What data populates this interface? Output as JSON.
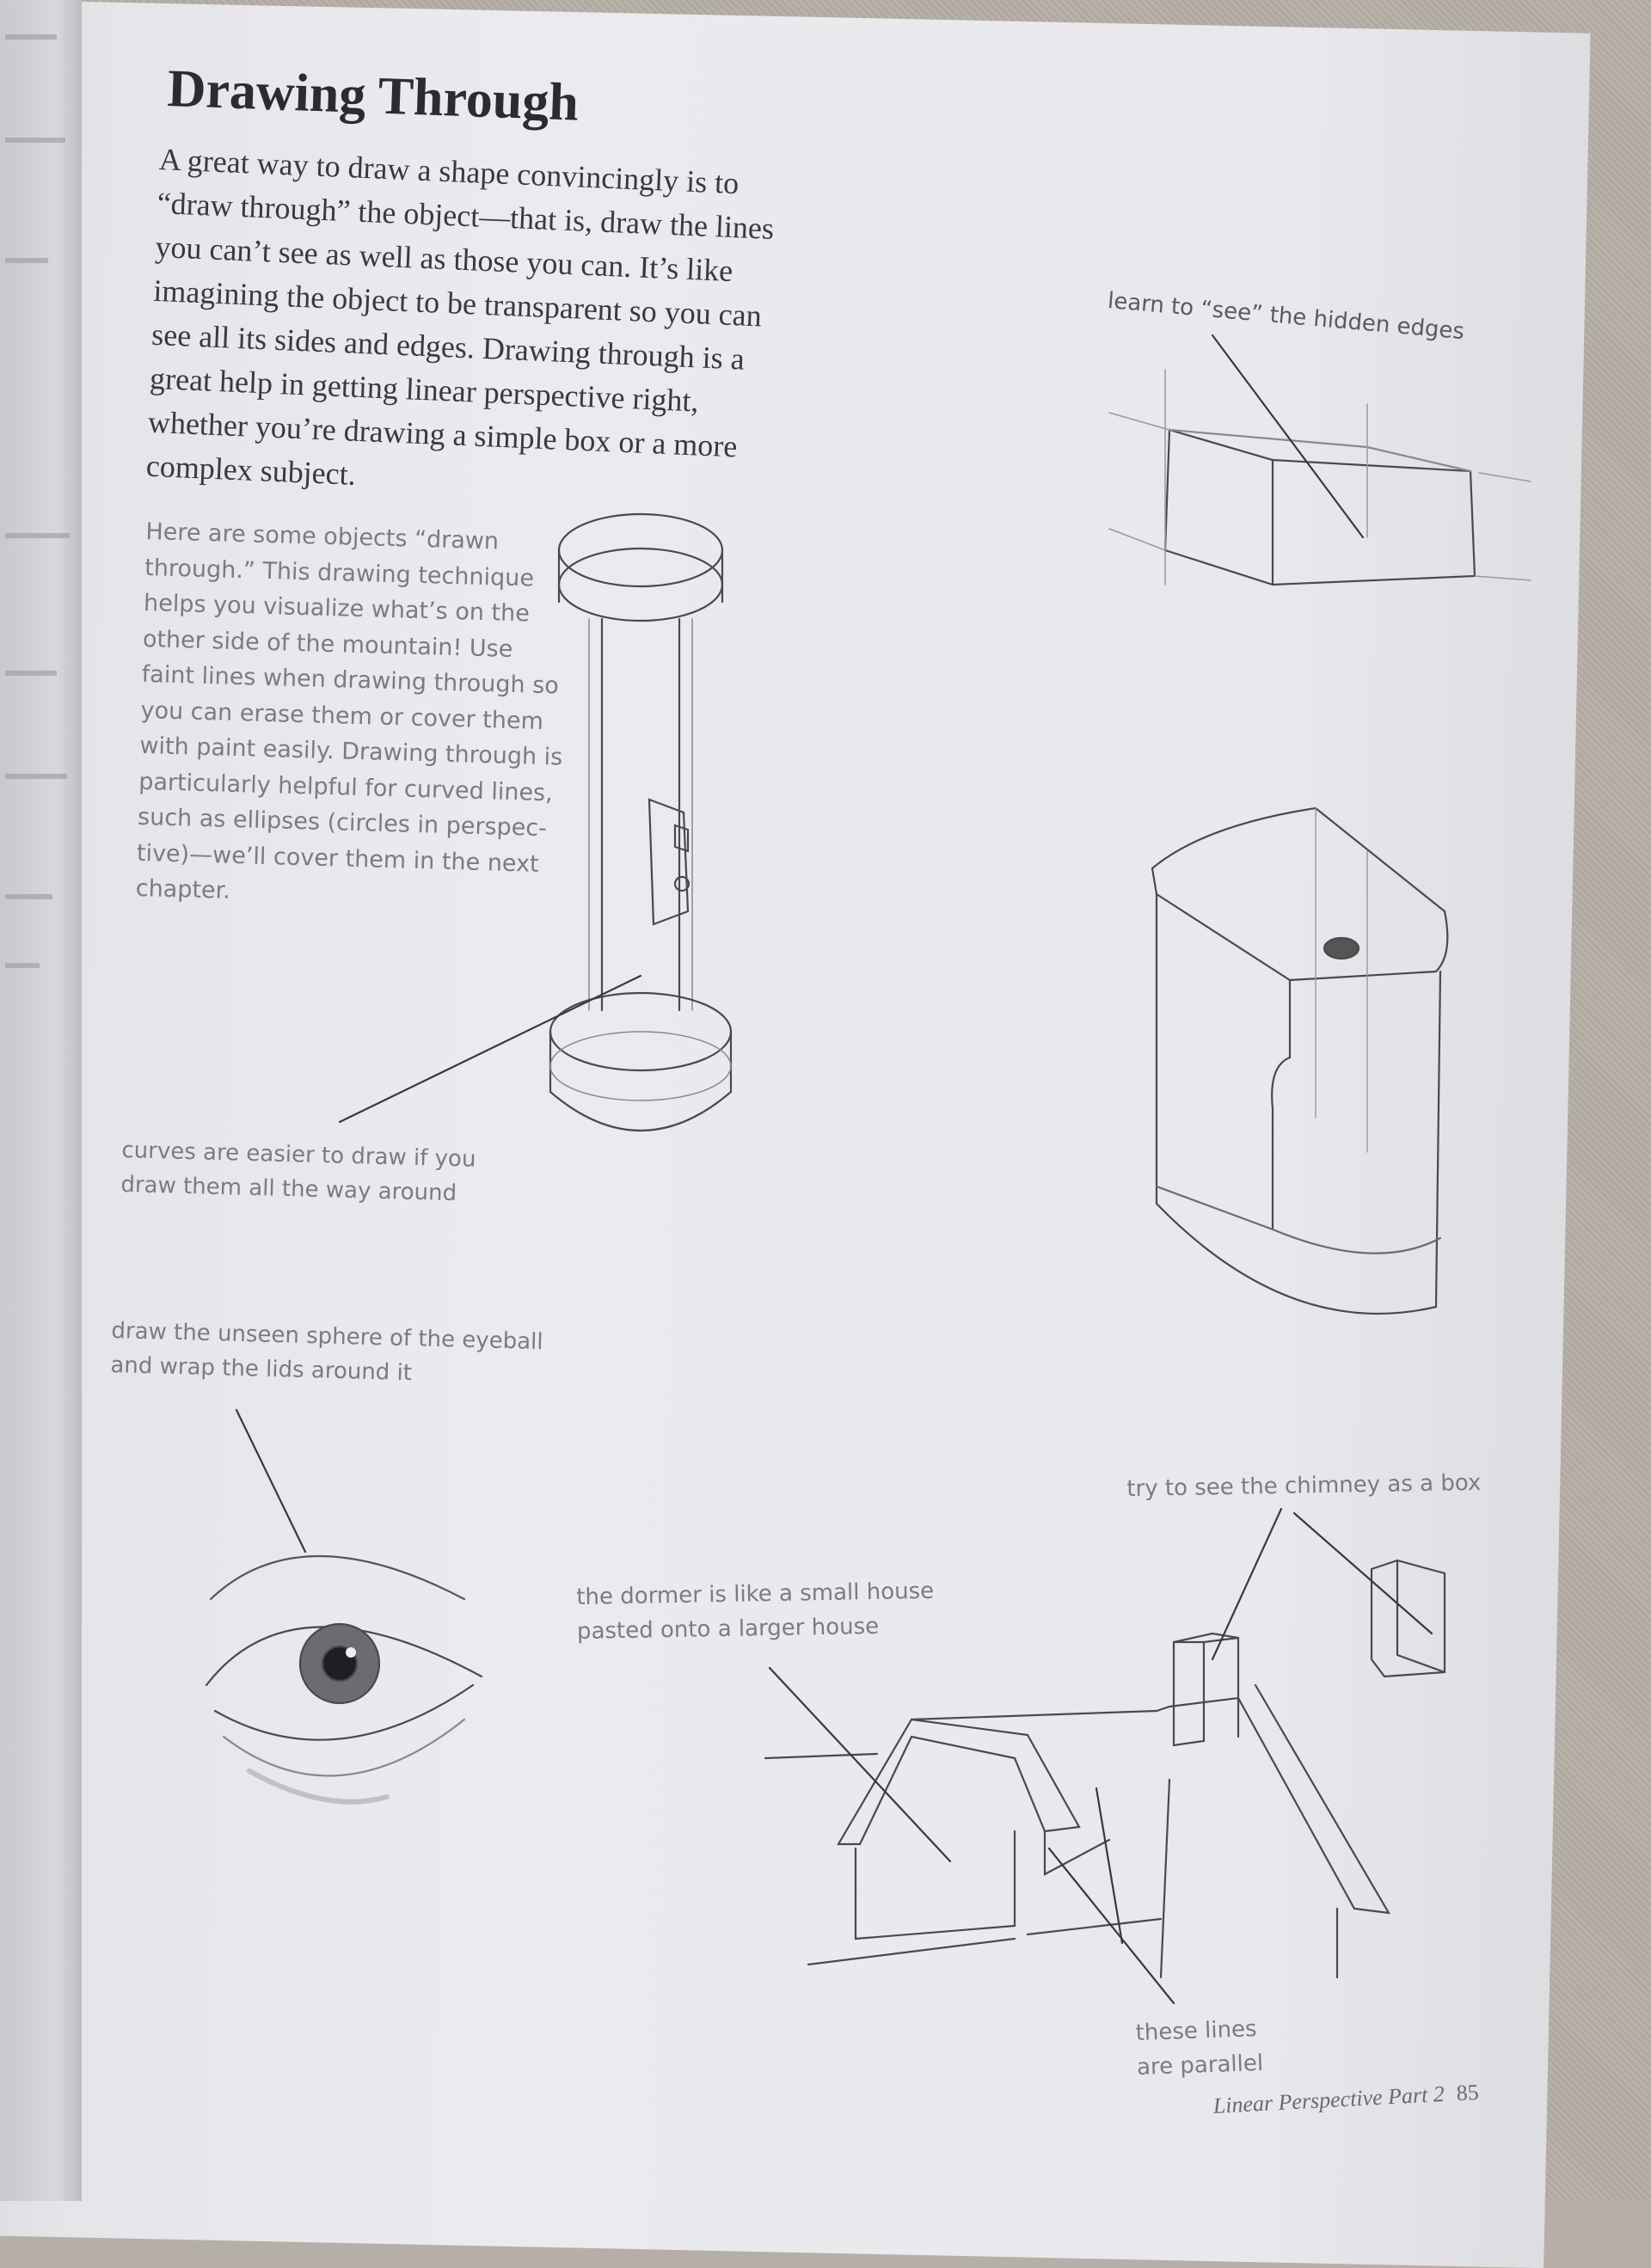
{
  "page": {
    "title": "Drawing Through",
    "body_lines": [
      "A great way to draw a shape convincingly is to",
      "“draw through” the object—that is, draw the lines",
      "you can’t see as well as those you can. It’s like",
      "imagining the object to be transparent so you can",
      "see all its sides and edges. Drawing through is a",
      "great help in getting linear perspective right,",
      "whether you’re drawing a simple box or a more",
      "complex subject."
    ],
    "caption_lines": [
      "Here are some objects “drawn",
      "through.” This drawing technique",
      "helps you visualize what’s on the",
      "other side of the mountain! Use",
      "faint lines when drawing through so",
      "you can erase them or cover them",
      "with paint easily. Drawing through is",
      "particularly helpful for curved lines,",
      "such as ellipses (circles in perspec-",
      "tive)—we’ll cover them in the next",
      "chapter."
    ],
    "labels": {
      "hidden_edges": "learn to “see” the hidden edges",
      "curves": [
        "curves are easier to draw if you",
        "draw them all the way around"
      ],
      "eyeball": [
        "draw the unseen sphere of the eyeball",
        "and wrap the lids around it"
      ],
      "chimney": "try to see the chimney as a box",
      "dormer": [
        "the dormer is like a small house",
        "pasted onto a larger house"
      ],
      "parallel": [
        "these lines",
        "are parallel"
      ]
    },
    "footer": {
      "section": "Linear Perspective Part 2",
      "page_number": "85"
    }
  }
}
